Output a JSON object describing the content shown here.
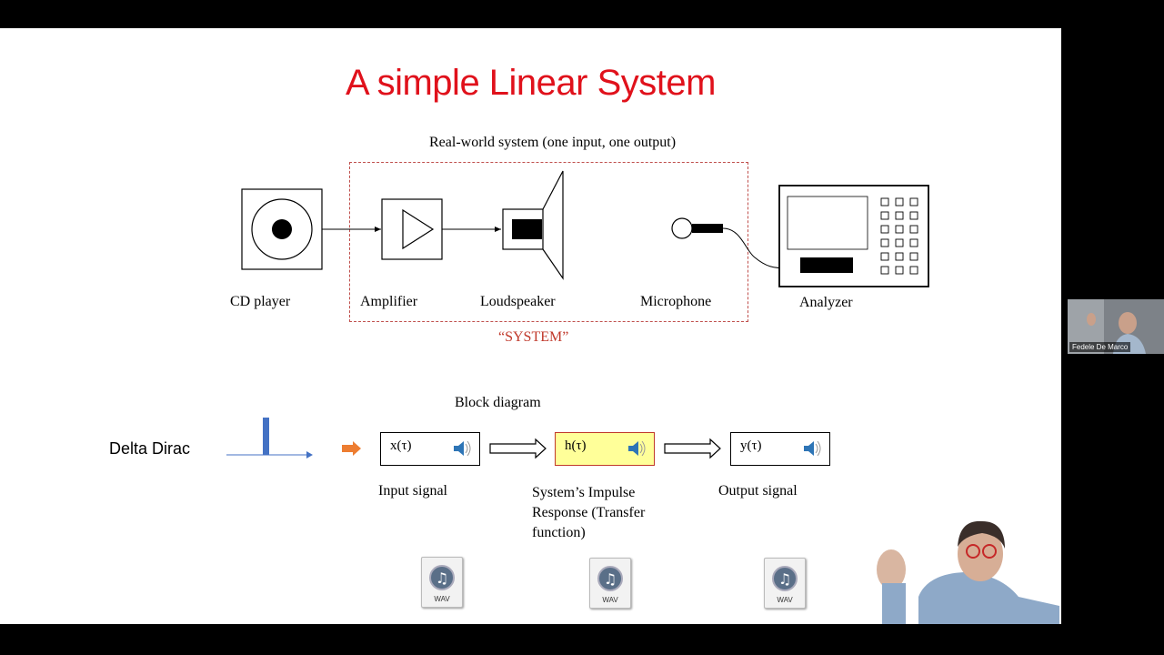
{
  "slide": {
    "title": "A simple Linear System",
    "realworld_caption": "Real-world system (one input, one output)",
    "components": {
      "cd_player": "CD player",
      "amplifier": "Amplifier",
      "loudspeaker": "Loudspeaker",
      "microphone": "Microphone",
      "analyzer": "Analyzer"
    },
    "system_label": "“SYSTEM”",
    "block_diagram_caption": "Block diagram",
    "delta_label": "Delta Dirac",
    "blocks": {
      "input": "x(τ)",
      "impulse": "h(τ)",
      "output": "y(τ)"
    },
    "block_labels": {
      "input": "Input signal",
      "impulse": "System’s Impulse Response (Transfer function)",
      "output": "Output signal"
    },
    "file_caption": "WAV",
    "colors": {
      "title": "#e0111b",
      "system_border": "#c0504d",
      "impulse_fill": "#ffff99",
      "delta_bar": "#4472c4",
      "orange_arrow": "#ed7d31"
    }
  },
  "participant": {
    "name": "Fedele De Marco"
  }
}
